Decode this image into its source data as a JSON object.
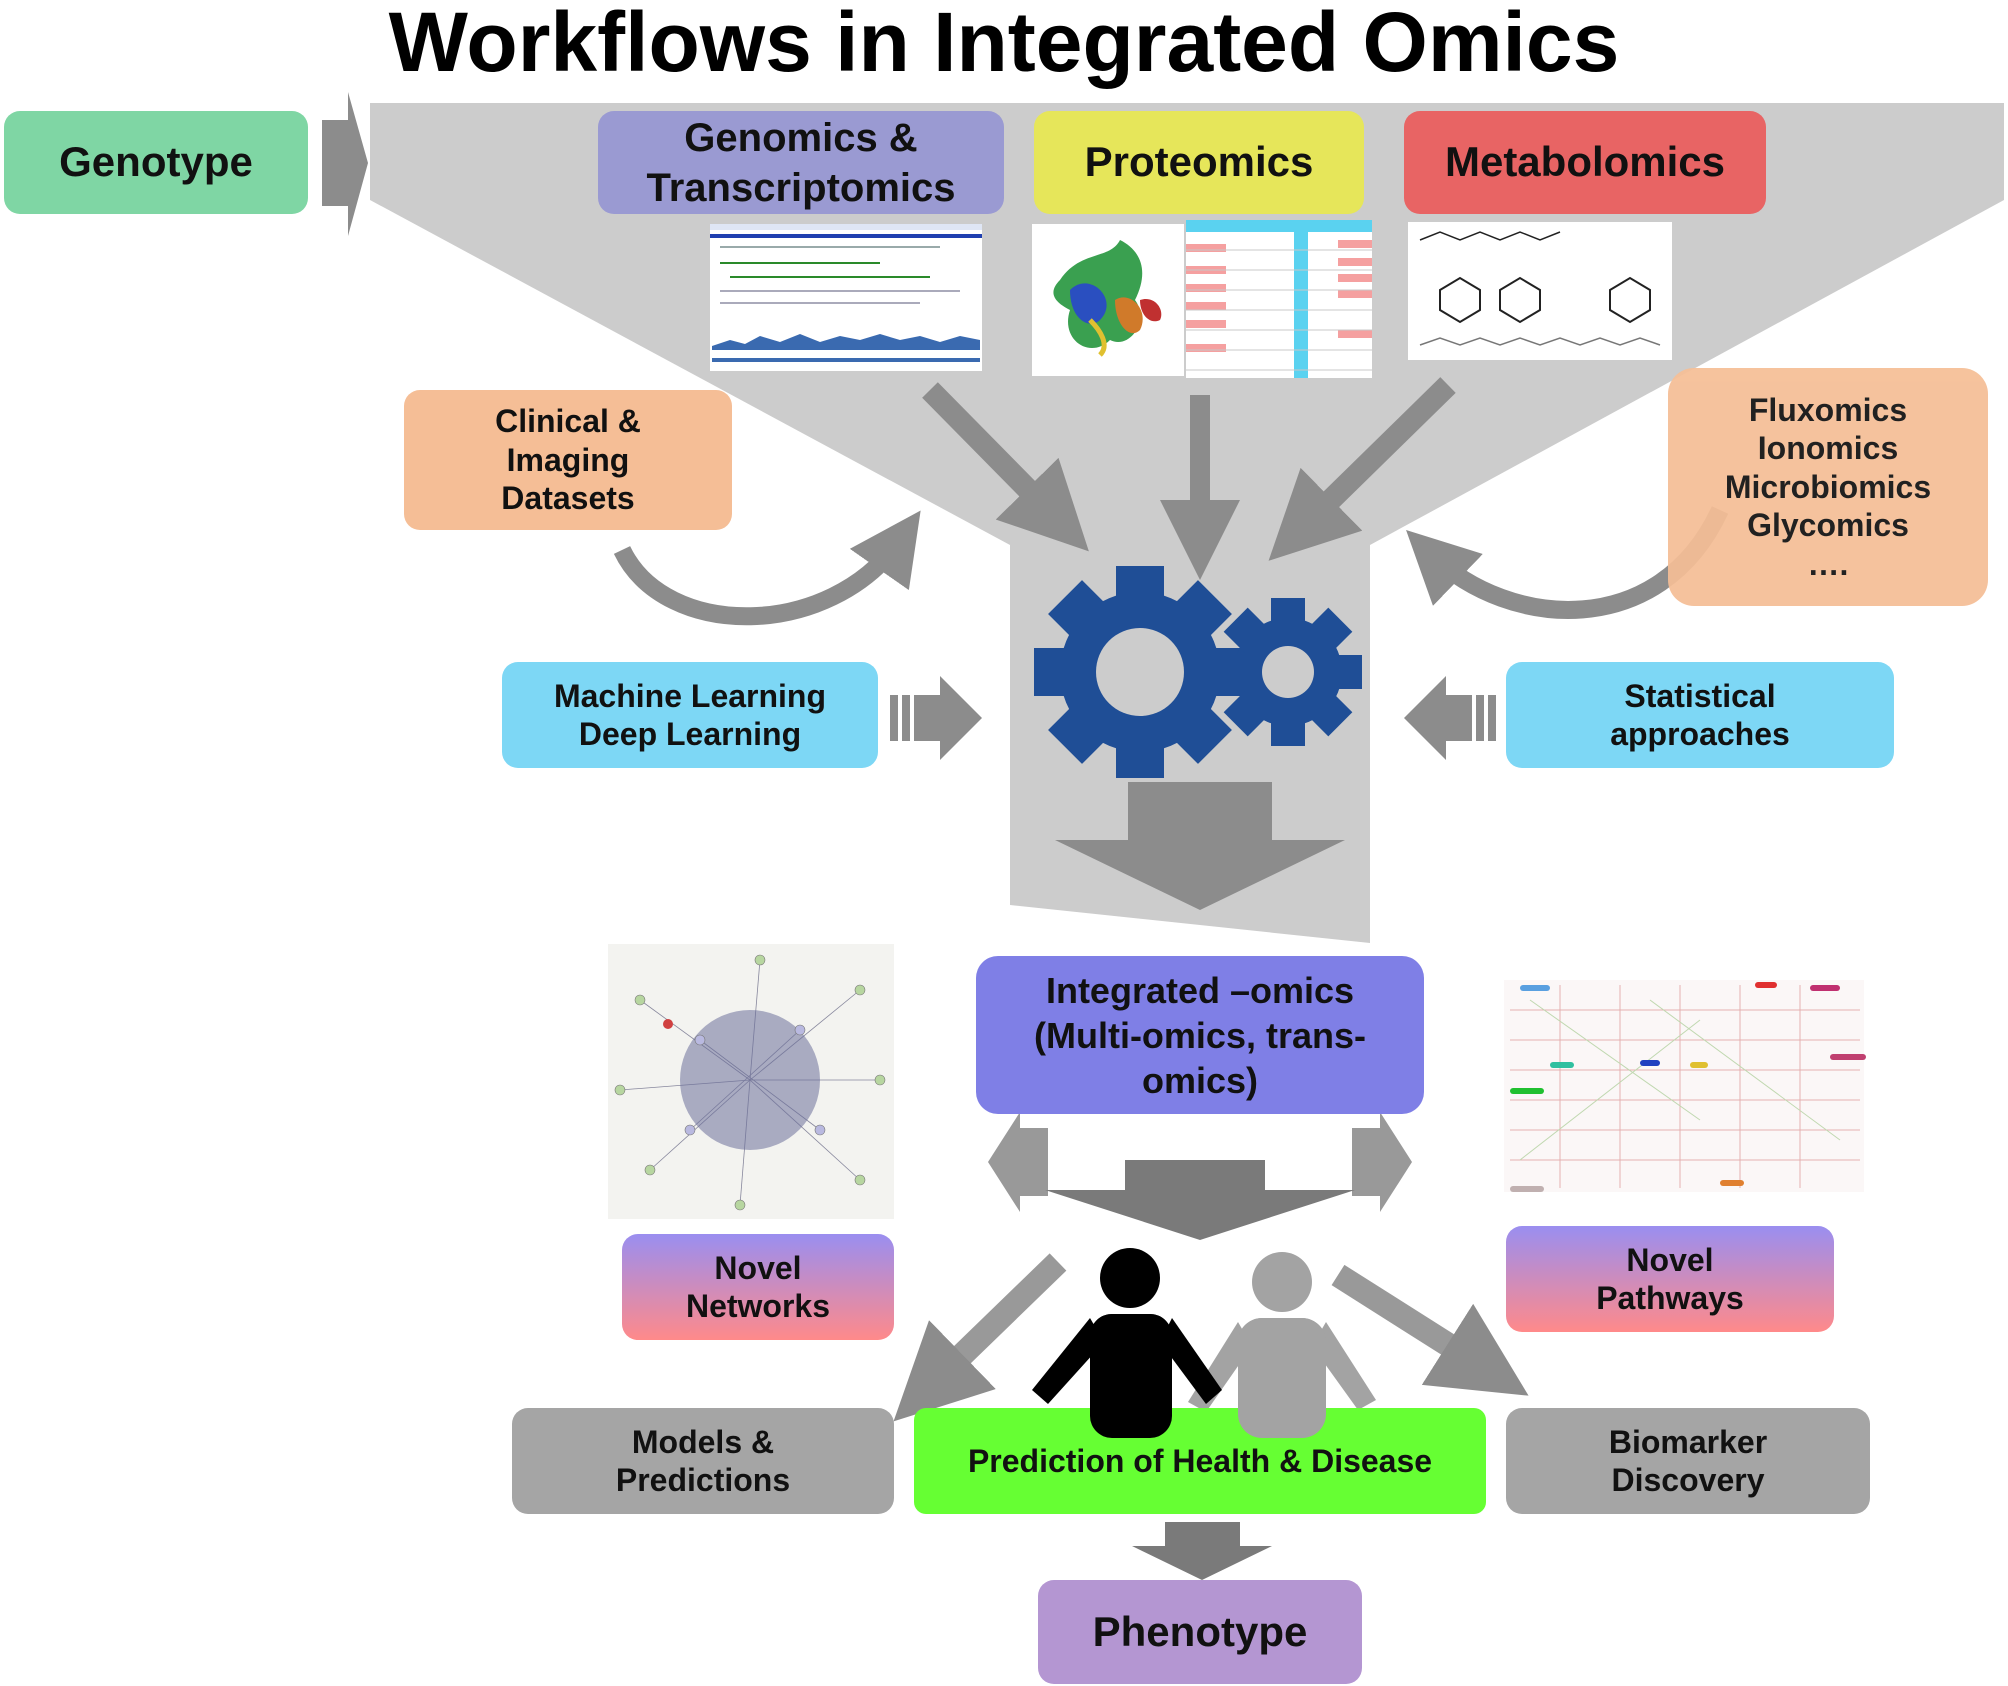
{
  "title": "Workflows in Integrated Omics",
  "colors": {
    "funnel": "#cccccc",
    "arrow": "#8c8c8c",
    "gear": "#1f4e96",
    "genotype": "#7fd6a4",
    "genomics": "#9a9ad2",
    "proteomics": "#e6e65a",
    "metabolomics": "#e86464",
    "clinical": "#f5be96",
    "ml": "#7dd7f5",
    "integrated": "#7f7fe6",
    "prediction": "#66ff33",
    "grey_box": "#a5a5a5",
    "phenotype": "#b496d2"
  },
  "boxes": {
    "genotype": "Genotype",
    "genomics": [
      "Genomics &",
      "Transcriptomics"
    ],
    "proteomics": "Proteomics",
    "metabolomics": "Metabolomics",
    "clinical": [
      "Clinical &",
      "Imaging",
      "Datasets"
    ],
    "other_omics": [
      "Fluxomics",
      "Ionomics",
      "Microbiomics",
      "Glycomics",
      "…."
    ],
    "ml": [
      "Machine Learning",
      "Deep Learning"
    ],
    "statistical": [
      "Statistical",
      "approaches"
    ],
    "integrated": [
      "Integrated –omics",
      "(Multi-omics, trans-",
      "omics)"
    ],
    "novel_networks": [
      "Novel",
      "Networks"
    ],
    "novel_pathways": [
      "Novel",
      "Pathways"
    ],
    "models": [
      "Models &",
      "Predictions"
    ],
    "prediction": "Prediction of Health & Disease",
    "biomarker": [
      "Biomarker",
      "Discovery"
    ],
    "phenotype": "Phenotype"
  },
  "icons": {
    "gears": "gears-icon",
    "people": "people-icon",
    "protein": "protein-structure-icon",
    "genome_browser": "genome-browser-thumbnail",
    "spectrum_table": "mass-spec-table-thumbnail",
    "molecules": "chemical-structure-thumbnail",
    "network": "network-graph-thumbnail",
    "pathway_map": "pathway-map-thumbnail"
  }
}
